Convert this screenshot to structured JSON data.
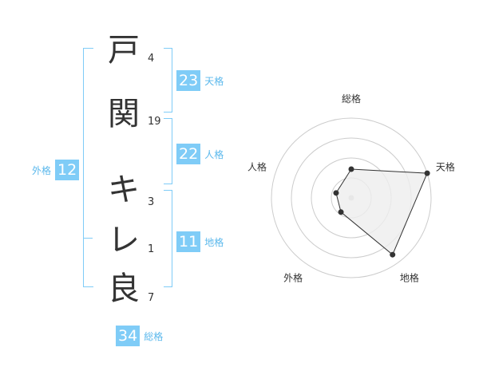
{
  "name": {
    "characters": [
      {
        "char": "戸",
        "strokes": "4"
      },
      {
        "char": "関",
        "strokes": "19"
      },
      {
        "char": "キ",
        "strokes": "3"
      },
      {
        "char": "レ",
        "strokes": "1"
      },
      {
        "char": "良",
        "strokes": "7"
      }
    ]
  },
  "grids": {
    "tenkaku": {
      "value": "23",
      "label": "天格"
    },
    "jinkaku": {
      "value": "22",
      "label": "人格"
    },
    "chikaku": {
      "value": "11",
      "label": "地格"
    },
    "gaikaku": {
      "value": "12",
      "label": "外格"
    },
    "soukaku": {
      "value": "34",
      "label": "総格"
    }
  },
  "colors": {
    "accent": "#7fccf7",
    "accent_text": "#5bb8ec",
    "radar_fill": "#eeeeee",
    "radar_line": "#333333",
    "grid_line": "#cccccc"
  },
  "chart_data": {
    "type": "radar",
    "axes": [
      "総格",
      "天格",
      "地格",
      "外格",
      "人格"
    ],
    "values": [
      0.36,
      1.0,
      0.88,
      0.22,
      0.2
    ],
    "rings": 4,
    "grid": true
  }
}
